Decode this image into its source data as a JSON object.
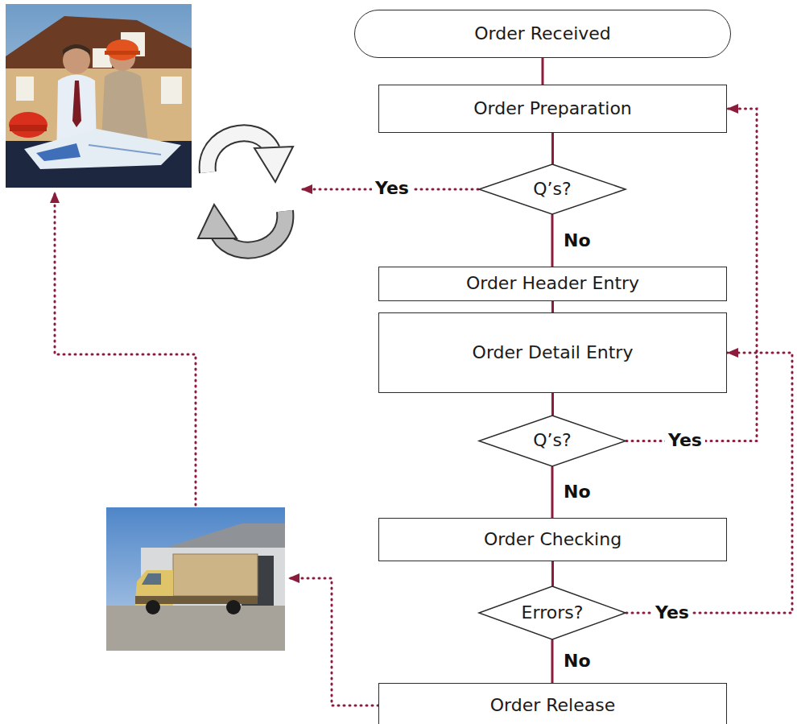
{
  "diagram": {
    "nodes": [
      {
        "text": [
          "Order Received"
        ]
      },
      {
        "text": [
          "Order Preparation"
        ]
      },
      {
        "text": [
          "Q’s?"
        ]
      },
      {
        "text": [
          "Order Header Entry"
        ]
      },
      {
        "text": [
          "Order Detail Entry"
        ]
      },
      {
        "text": [
          "Q’s?"
        ]
      },
      {
        "text": [
          "Order Checking"
        ]
      },
      {
        "text": [
          "Errors?"
        ]
      },
      {
        "text": [
          "Order Release"
        ]
      }
    ],
    "edges": [
      {
        "from": 0,
        "to": 1,
        "arrow": "none"
      },
      {
        "from": 1,
        "to": 2,
        "arrow": "none"
      },
      {
        "from": 2,
        "to": 3,
        "label": "No",
        "arrow": "none"
      },
      {
        "from": 3,
        "to": 4,
        "arrow": "none"
      },
      {
        "from": 4,
        "to": 5,
        "arrow": "none"
      },
      {
        "from": 5,
        "to": 6,
        "label": "No",
        "arrow": "none"
      },
      {
        "from": 6,
        "to": 7,
        "arrow": "none"
      },
      {
        "from": 7,
        "to": 8,
        "label": "No",
        "arrow": "none"
      },
      {
        "from": 5,
        "to": 1,
        "label": "Yes",
        "arrow": "to"
      },
      {
        "from": 7,
        "to": 4,
        "label": "Yes",
        "arrow": "to"
      }
    ],
    "labels": [
      "Yes"
    ]
  }
}
